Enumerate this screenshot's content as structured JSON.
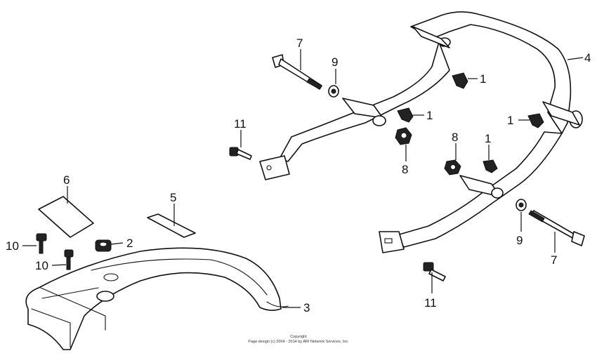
{
  "callouts": {
    "c1a": "1",
    "c1b": "1",
    "c1c": "1",
    "c1d": "1",
    "c2": "2",
    "c3": "3",
    "c4": "4",
    "c5": "5",
    "c6": "6",
    "c7a": "7",
    "c7b": "7",
    "c8a": "8",
    "c8b": "8",
    "c9a": "9",
    "c9b": "9",
    "c10a": "10",
    "c10b": "10",
    "c11a": "11",
    "c11b": "11"
  },
  "copyright": {
    "line1": "Copyright",
    "line2": "Page design (c) 2004 - 2014 by ARI Network Services, Inc."
  }
}
